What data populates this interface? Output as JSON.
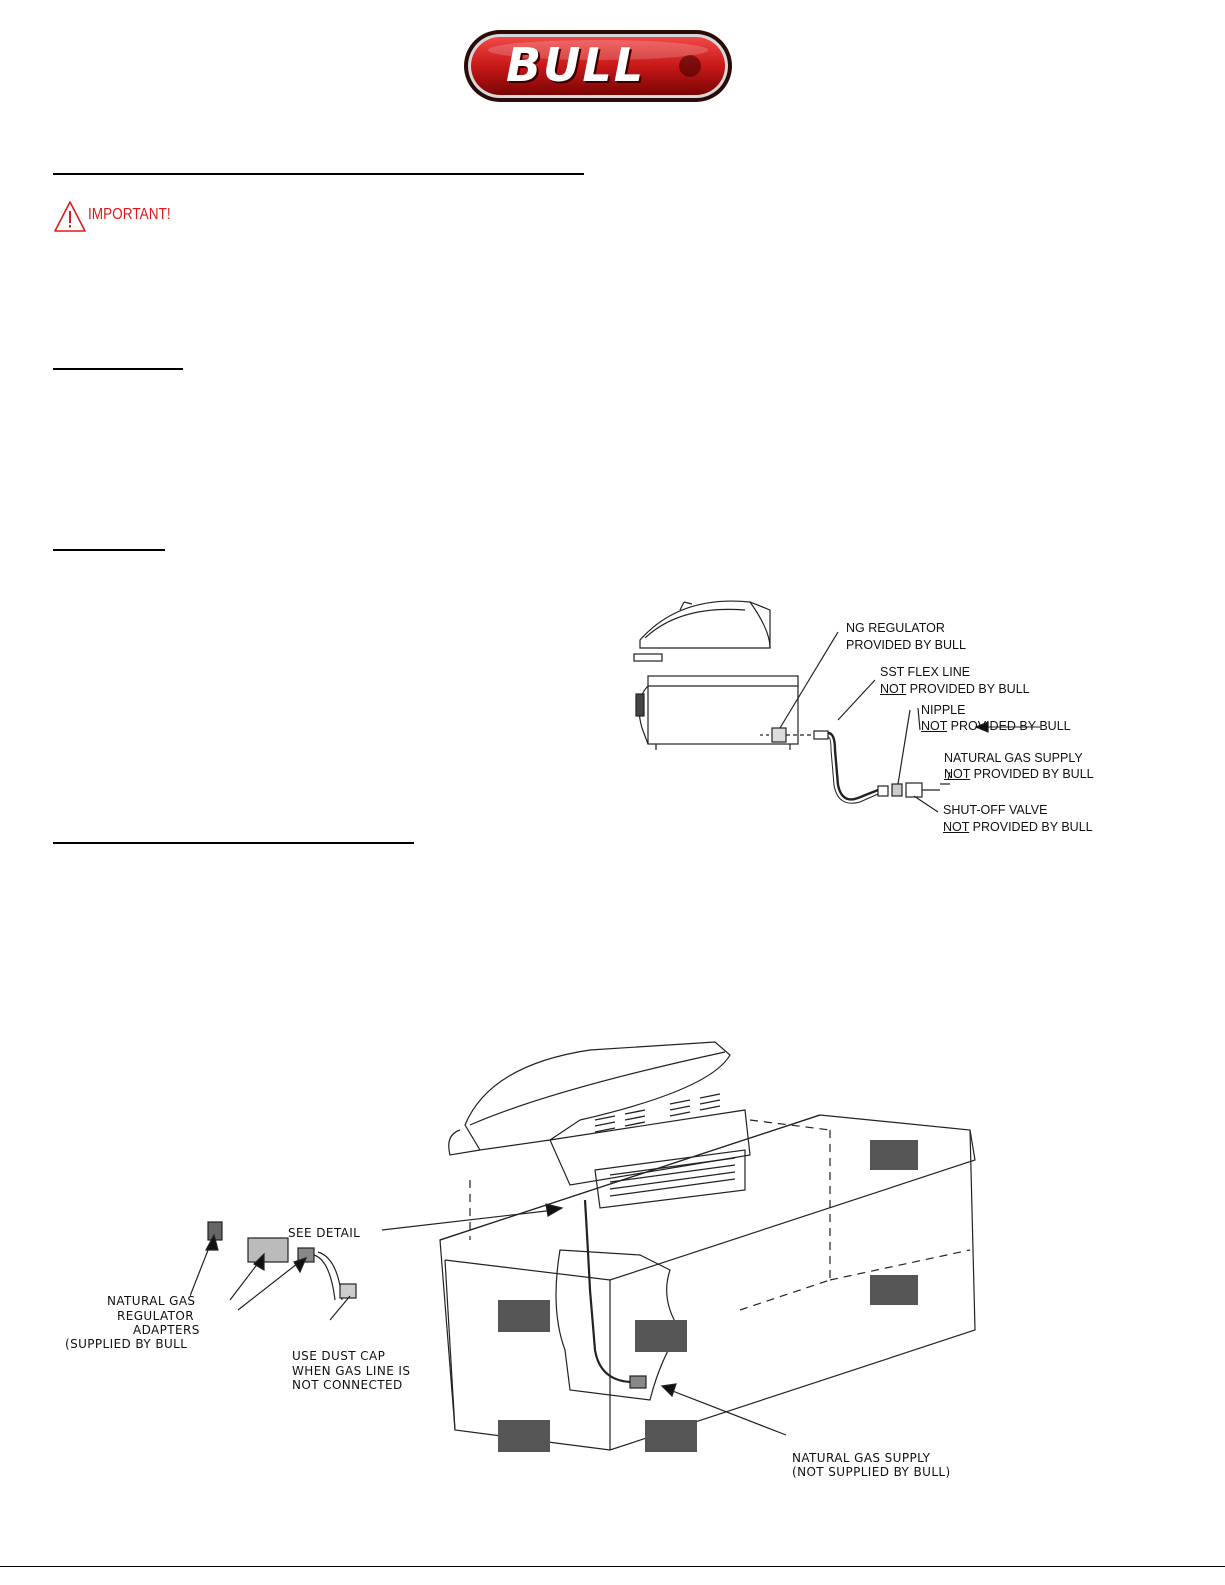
{
  "header": {
    "logo_text": "BULL"
  },
  "warning": {
    "label": "IMPORTANT!",
    "icon": "warning-triangle-icon"
  },
  "detail_diagram": {
    "ng_regulator": [
      "NG REGULATOR",
      "PROVIDED BY BULL"
    ],
    "sst_flex_line": {
      "line1": "SST FLEX LINE",
      "not": "NOT",
      "rest": " PROVIDED BY BULL"
    },
    "nipple": {
      "line1": "NIPPLE",
      "not": "NOT",
      "rest": " PROVIDED BY BULL"
    },
    "gas_supply": {
      "line1": "NATURAL GAS SUPPLY",
      "not": "NOT",
      "rest": " PROVIDED BY BULL"
    },
    "shutoff_valve": {
      "line1": "SHUT-OFF VALVE",
      "not": "NOT",
      "rest": " PROVIDED BY BULL"
    }
  },
  "island_diagram": {
    "see_detail": "SEE DETAIL",
    "regulator_adapters": [
      "NATURAL GAS",
      "REGULATOR",
      "ADAPTERS",
      "(SUPPLIED BY BULL"
    ],
    "dust_cap": [
      "USE DUST CAP",
      "WHEN GAS LINE IS",
      "NOT CONNECTED"
    ],
    "gas_supply": [
      "NATURAL GAS SUPPLY",
      "(NOT SUPPLIED BY BULL)"
    ]
  }
}
